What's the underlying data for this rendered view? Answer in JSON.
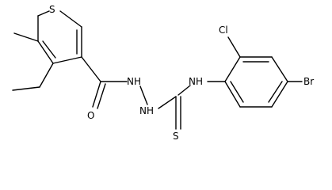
{
  "atoms": {
    "s1": "S",
    "o1": "O",
    "nh1": "NH",
    "nh2": "NH",
    "nh3": "NH",
    "s2": "S",
    "cl": "Cl",
    "br": "Br"
  }
}
